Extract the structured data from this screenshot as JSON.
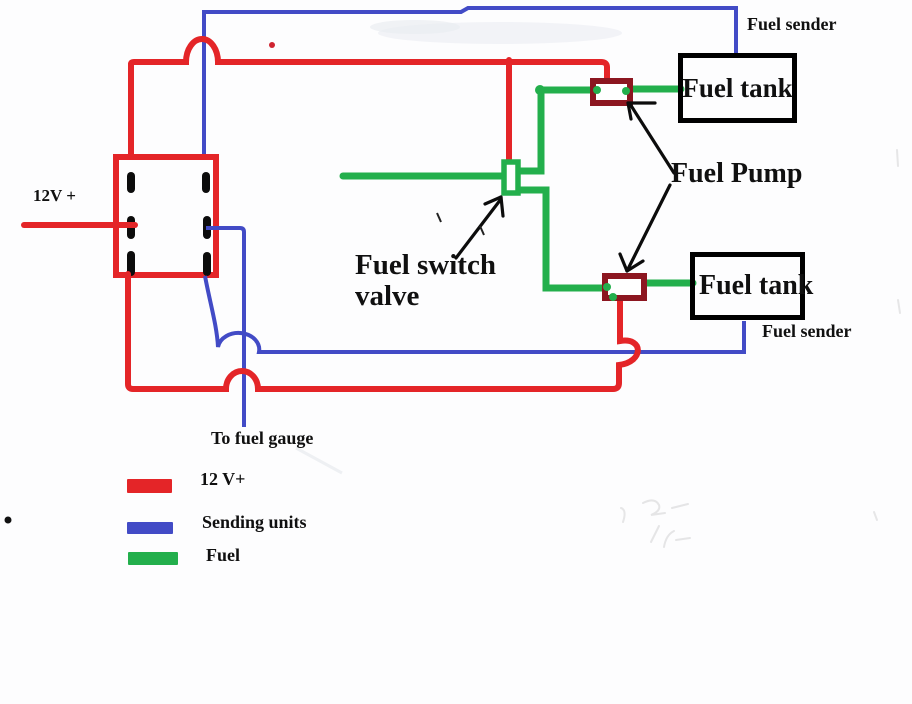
{
  "colors": {
    "power": "#e42528",
    "sender": "#424bc6",
    "fuel": "#23af4c",
    "pump": "#8c1620",
    "ink": "#101010"
  },
  "labels": {
    "supply": "12V +",
    "fuel_sender_top": "Fuel sender",
    "fuel_tank_top": "Fuel tank",
    "fuel_pump": "Fuel Pump",
    "fuel_switch_line1": "Fuel switch",
    "fuel_switch_line2": "valve",
    "fuel_tank_bottom": "Fuel tank",
    "fuel_sender_bottom": "Fuel sender",
    "to_fuel_gauge": "To fuel gauge"
  },
  "legend": {
    "items": [
      {
        "label": "12 V+",
        "color": "#e42528"
      },
      {
        "label": "Sending units",
        "color": "#424bc6"
      },
      {
        "label": "Fuel",
        "color": "#23af4c"
      }
    ]
  }
}
